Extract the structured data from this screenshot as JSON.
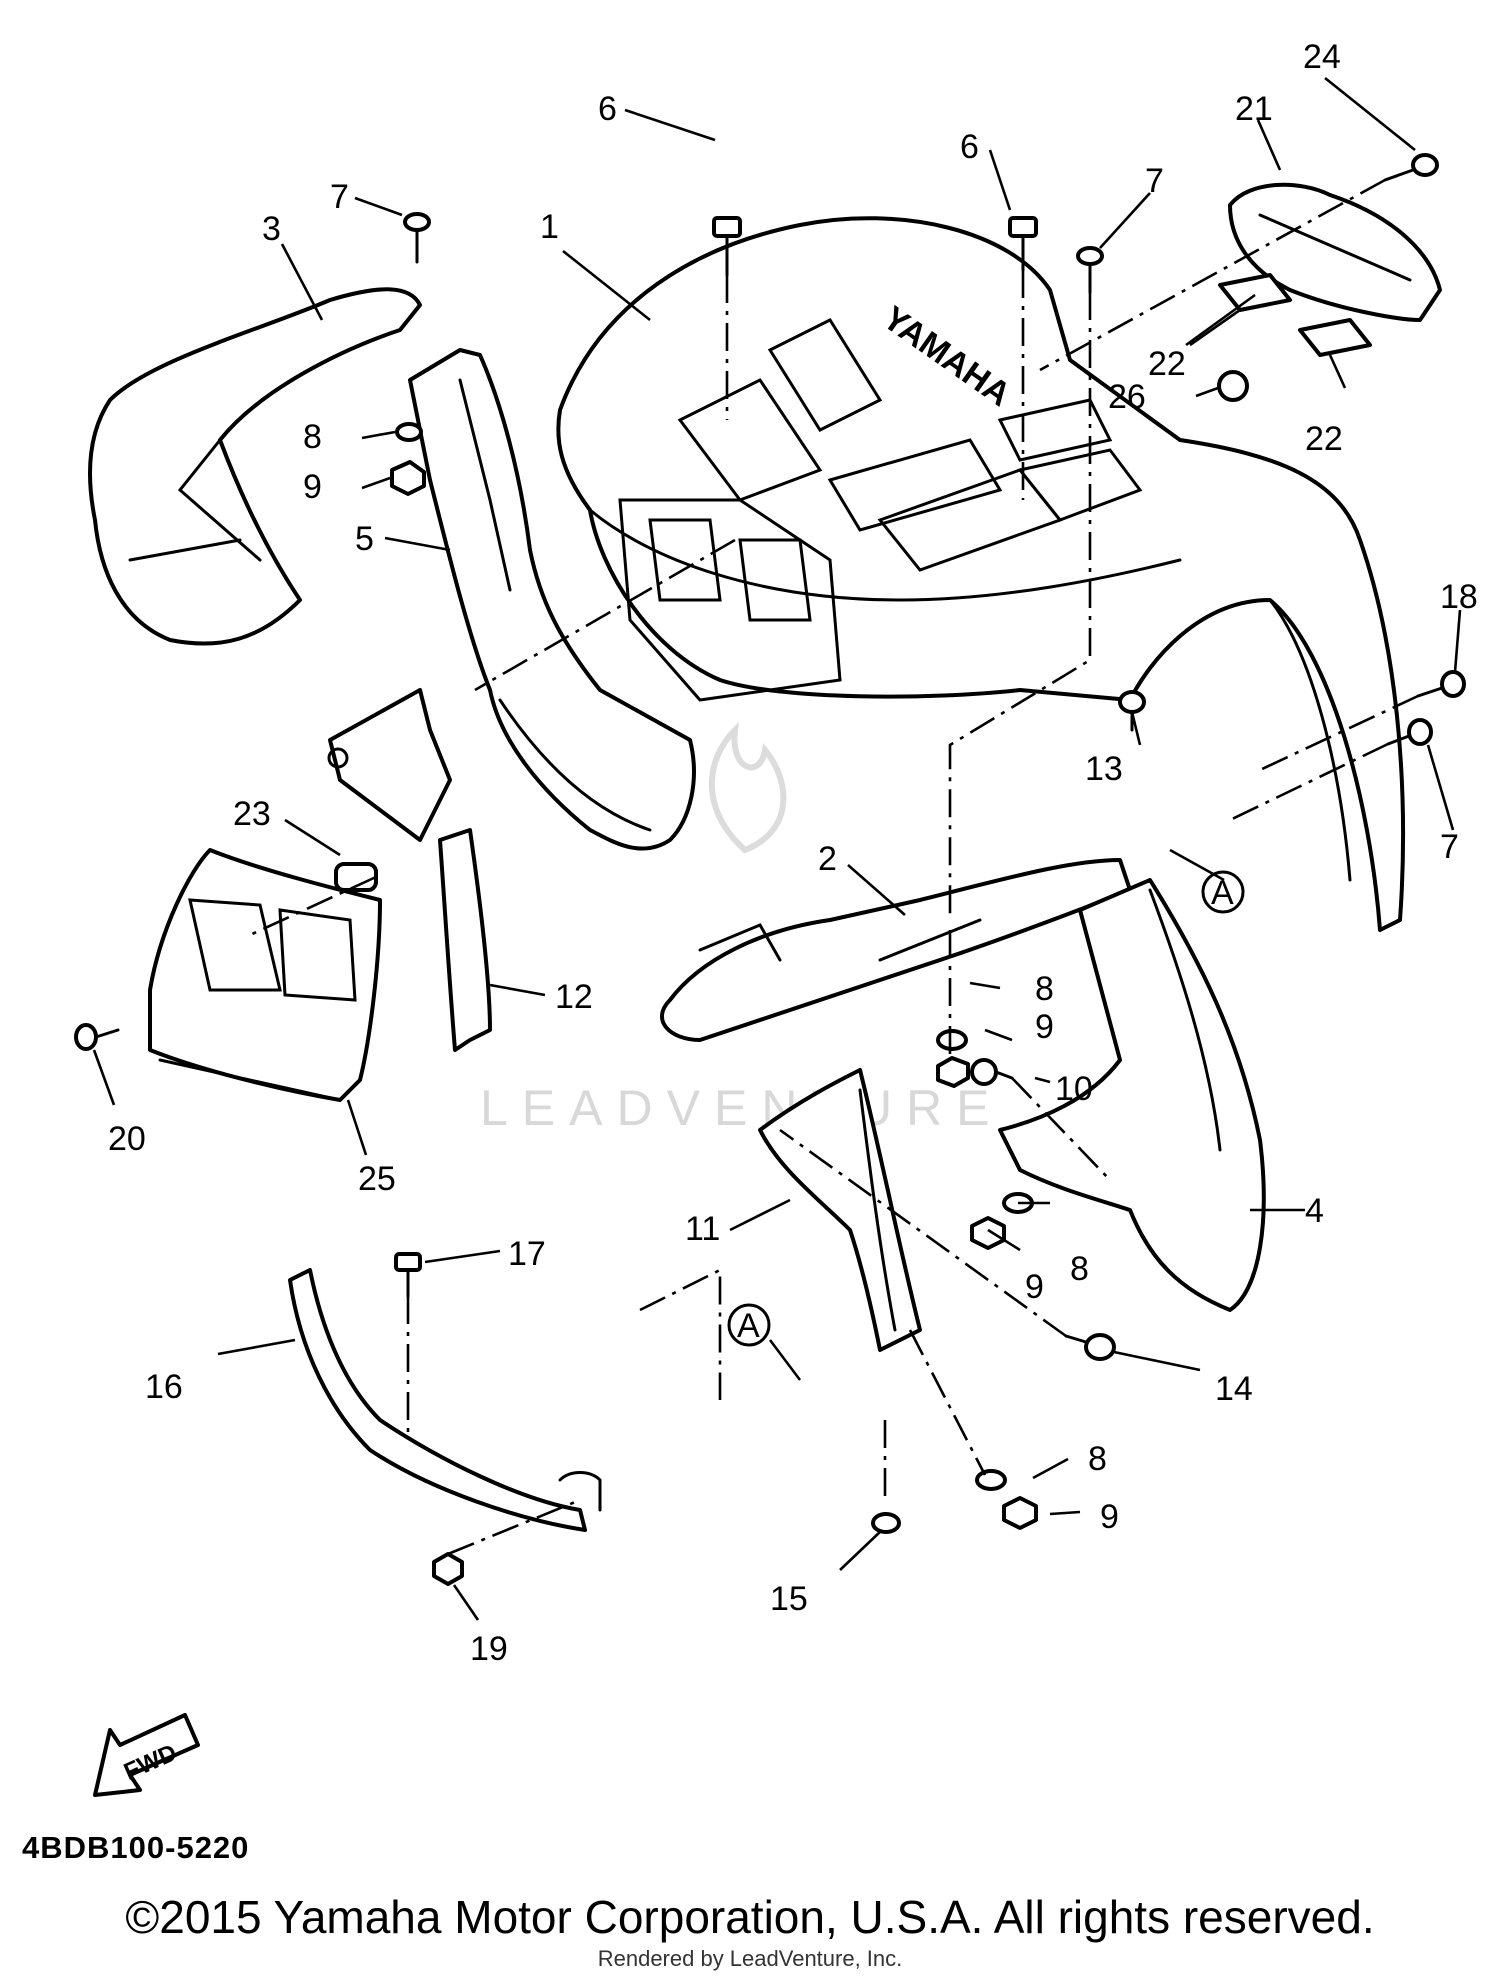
{
  "diagram": {
    "callouts": {
      "p1": "1",
      "p2": "2",
      "p3": "3",
      "p4": "4",
      "p5": "5",
      "p6a": "6",
      "p6b": "6",
      "p7a": "7",
      "p7b": "7",
      "p7c": "7",
      "p8a": "8",
      "p8b": "8",
      "p8c": "8",
      "p8d": "8",
      "p9a": "9",
      "p9b": "9",
      "p9c": "9",
      "p9d": "9",
      "p10": "10",
      "p11": "11",
      "p12": "12",
      "p13": "13",
      "p14": "14",
      "p15": "15",
      "p16": "16",
      "p17": "17",
      "p18": "18",
      "p19": "19",
      "p20": "20",
      "p21": "21",
      "p22a": "22",
      "p22b": "22",
      "p23": "23",
      "p24": "24",
      "p25": "25",
      "p26": "26",
      "refA1": "A",
      "refA2": "A"
    },
    "fender_brand": "YAMAHA",
    "fwd_label": "FWD",
    "watermark": "LEADVENTURE"
  },
  "footer": {
    "code": "4BDB100-5220",
    "copyright": "©2015 Yamaha Motor Corporation, U.S.A. All rights reserved.",
    "rendered": "Rendered by LeadVenture, Inc."
  }
}
